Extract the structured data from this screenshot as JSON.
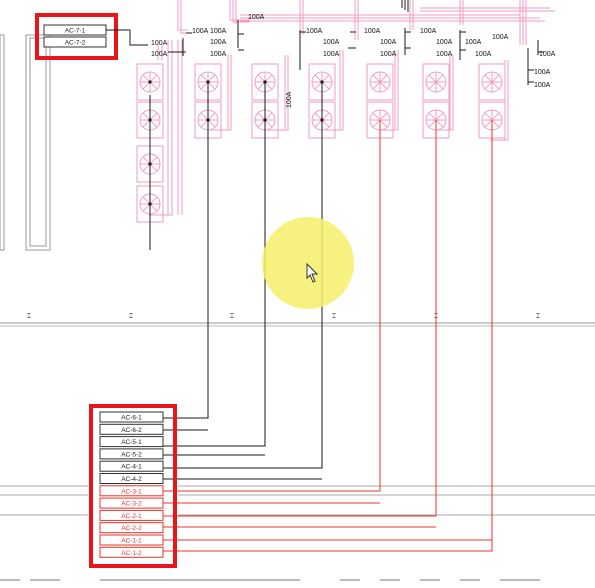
{
  "diagram": {
    "top_left_group": {
      "labels": [
        "AC-7-1",
        "AC-7-2"
      ],
      "highlight_color": "#e8151b"
    },
    "bottom_group": {
      "labels": [
        "AC-6-1",
        "AC-6-2",
        "AC-5-1",
        "AC-5-2",
        "AC-4-1",
        "AC-4-2",
        "AC-3-1",
        "AC-3-2",
        "AC-2-1",
        "AC-2-2",
        "AC-1-1",
        "AC-1-2"
      ],
      "black_count": 6,
      "highlight_color": "#e8151b"
    },
    "breaker_label": "100A",
    "grid_marker": "⌶",
    "colors": {
      "pink_pipe": "#f29bc4",
      "red_wire": "#e8332a",
      "black_wire": "#1a1a1a",
      "cursor_highlight": "#f6ef6a"
    }
  }
}
